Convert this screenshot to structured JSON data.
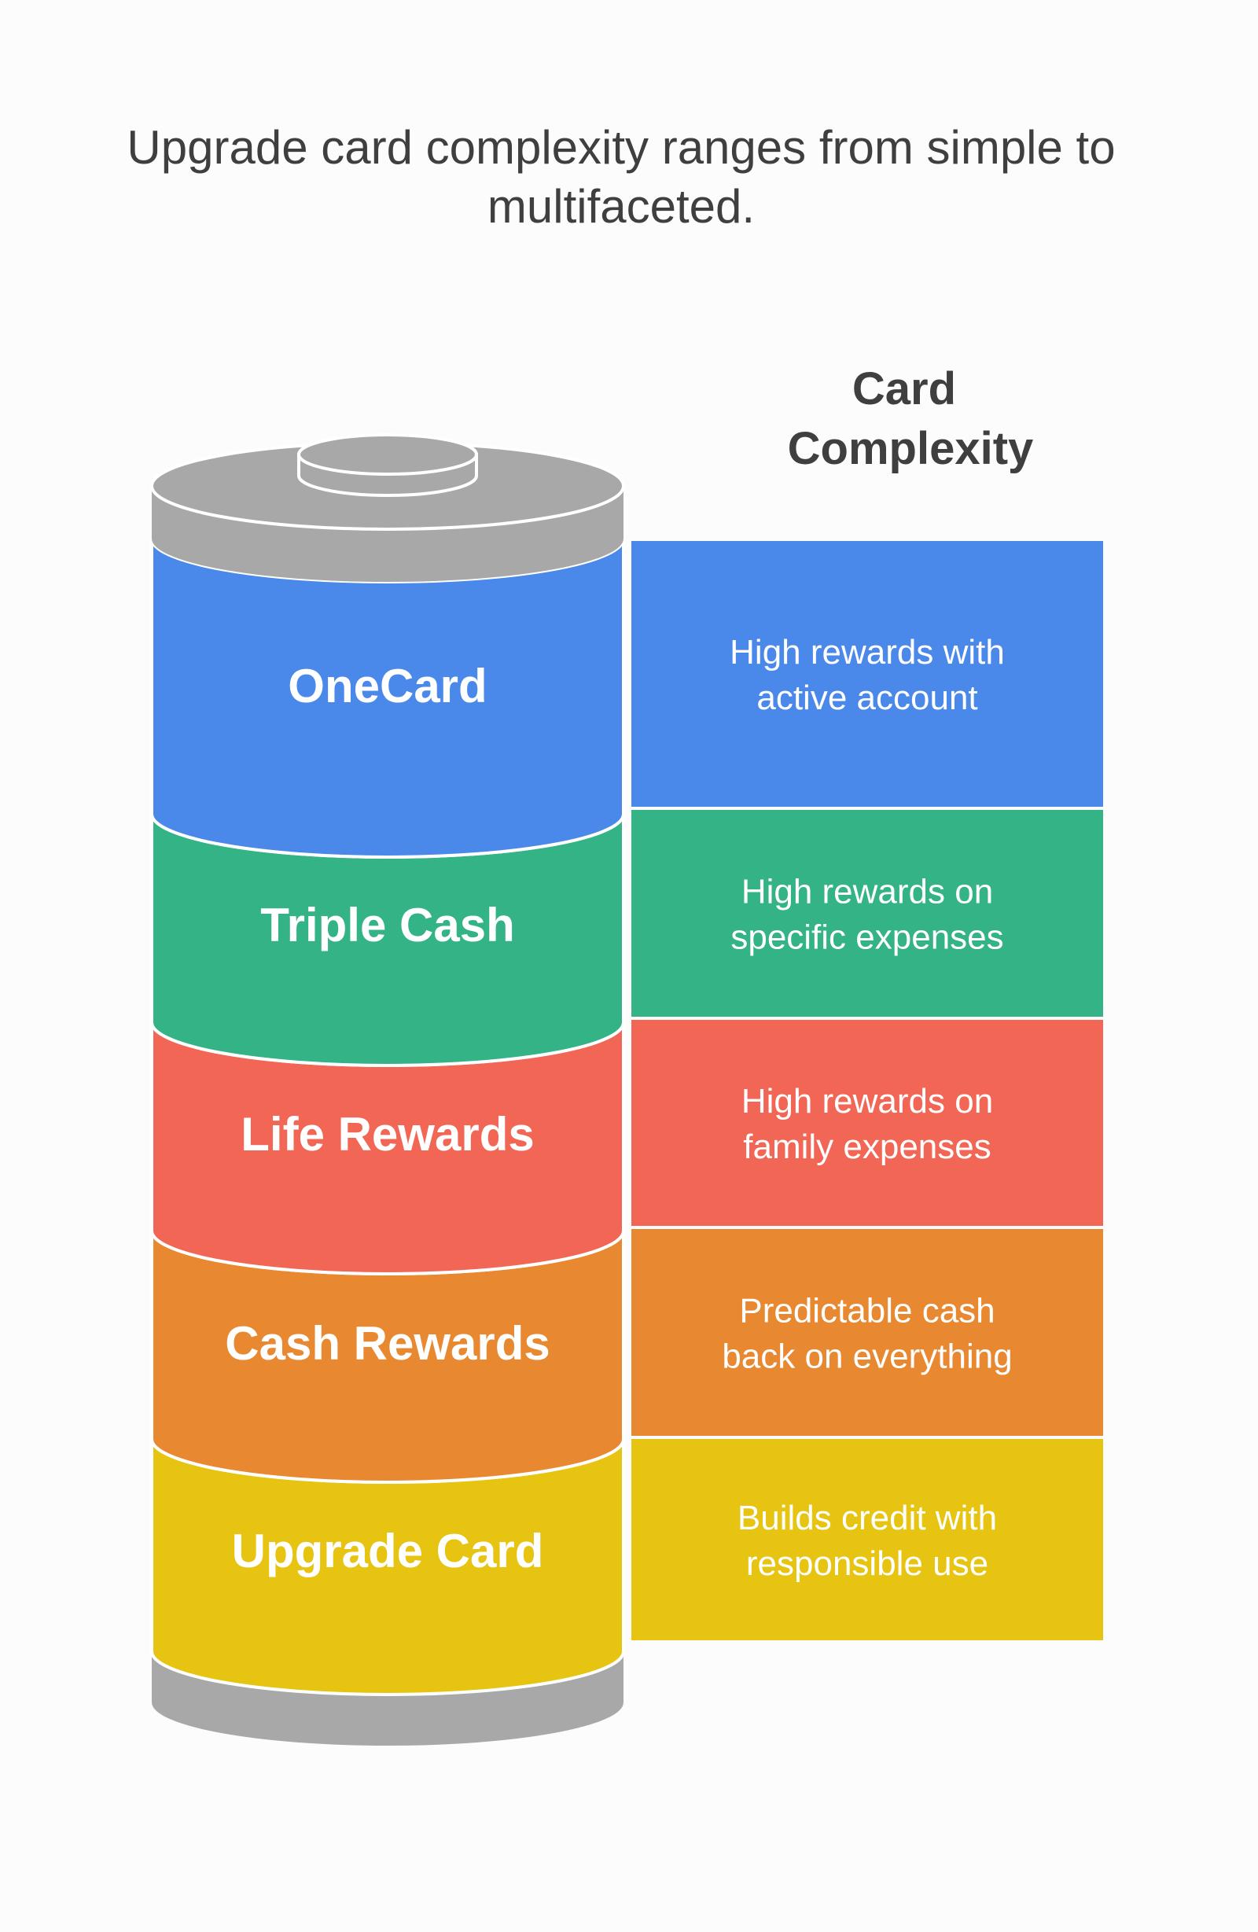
{
  "title": "Upgrade card complexity ranges from simple to multifaceted.",
  "axis_label": "Card Complexity",
  "colors": {
    "cap": "#a9a8a9",
    "cap_dark": "#999899",
    "background": "#fdfcfd",
    "text_dark": "#3f3f3f",
    "text_light": "#ffffff"
  },
  "tiers": [
    {
      "name": "OneCard",
      "description": "High rewards with active account",
      "color": "#4a88ea"
    },
    {
      "name": "Triple Cash",
      "description": "High rewards on specific expenses",
      "color": "#33b386"
    },
    {
      "name": "Life Rewards",
      "description": "High rewards on family expenses",
      "color": "#f26655"
    },
    {
      "name": "Cash Rewards",
      "description": "Predictable cash back on everything",
      "color": "#e88932"
    },
    {
      "name": "Upgrade Card",
      "description": "Builds credit with responsible use",
      "color": "#e6c411"
    }
  ]
}
